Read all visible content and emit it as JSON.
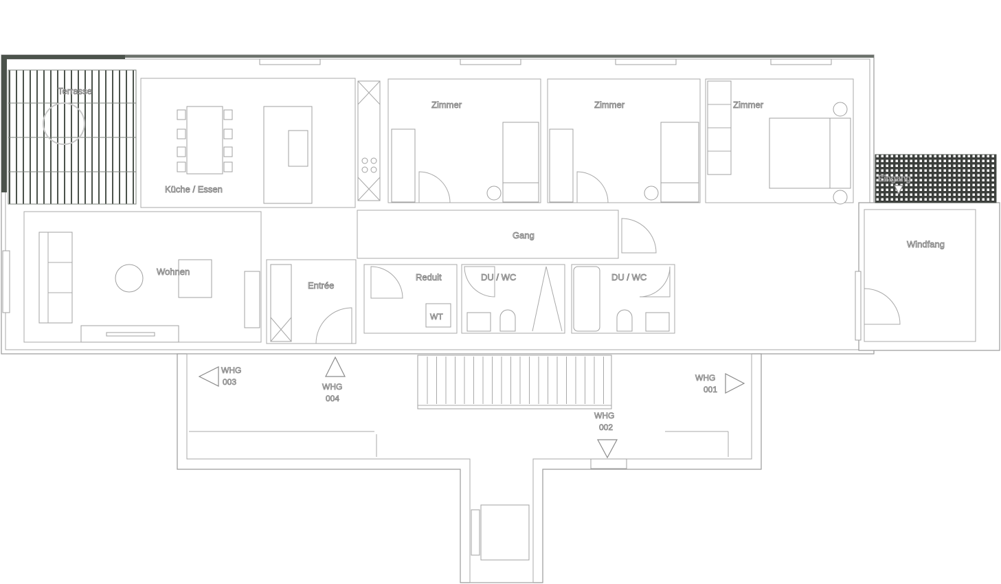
{
  "plan": {
    "rooms": {
      "terrasse": "Terrasse",
      "kueche": "Küche / Essen",
      "zimmer1": "Zimmer",
      "zimmer2": "Zimmer",
      "zimmer3": "Zimmer",
      "eingang": "Eingang",
      "windfang": "Windfang",
      "wohnen": "Wohnen",
      "gang": "Gang",
      "entree": "Entrée",
      "reduit": "Reduit",
      "wt": "WT",
      "du_wc_1": "DU / WC",
      "du_wc_2": "DU / WC"
    },
    "units": {
      "whg003_a": "WHG",
      "whg003_b": "003",
      "whg004_a": "WHG",
      "whg004_b": "004",
      "whg001_a": "WHG",
      "whg001_b": "001",
      "whg002_a": "WHG",
      "whg002_b": "002"
    }
  },
  "colors": {
    "wall_stroke": "#9a9a9a",
    "hatch": "#4b524b",
    "background": "#ffffff"
  }
}
